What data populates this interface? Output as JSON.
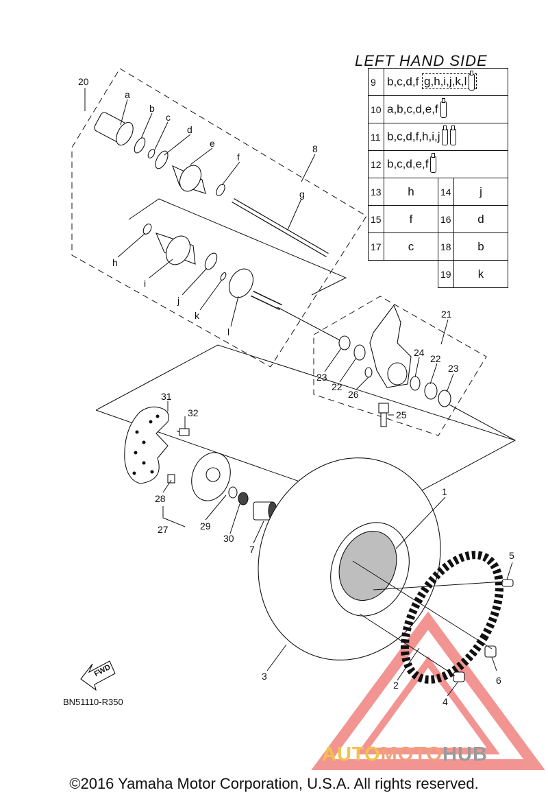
{
  "table": {
    "title": "LEFT HAND SIDE",
    "rows": [
      {
        "num": "9",
        "pre": "b,c,d,f",
        "boxed": "g,h,i,j,k,l",
        "tubes": 1
      },
      {
        "num": "10",
        "text": "a,b,c,d,e,f",
        "tubes": 1
      },
      {
        "num": "11",
        "text": "b,c,d,f,h,i,j",
        "tubes": 2
      },
      {
        "num": "12",
        "text": "b,c,d,e,f",
        "tubes": 1
      }
    ],
    "pairs": [
      {
        "n1": "13",
        "v1": "h",
        "n2": "14",
        "v2": "j"
      },
      {
        "n1": "15",
        "v1": "f",
        "n2": "16",
        "v2": "d"
      },
      {
        "n1": "17",
        "v1": "c",
        "n2": "18",
        "v2": "b"
      },
      {
        "n2": "19",
        "v2": "k"
      }
    ]
  },
  "callouts": {
    "n20": "20",
    "a": "a",
    "b": "b",
    "c": "c",
    "d": "d",
    "e": "e",
    "f": "f",
    "g": "g",
    "n8": "8",
    "h": "h",
    "i": "i",
    "j": "j",
    "k": "k",
    "l": "l",
    "n21": "21",
    "n23a": "23",
    "n22a": "22",
    "n26": "26",
    "n24": "24",
    "n22b": "22",
    "n23b": "23",
    "n25": "25",
    "n31": "31",
    "n32": "32",
    "n28": "28",
    "n27": "27",
    "n29": "29",
    "n30": "30",
    "n7": "7",
    "n1": "1",
    "n5": "5",
    "n3": "3",
    "n6": "6",
    "n2": "2",
    "n4": "4"
  },
  "fwd_label": "FWD",
  "diagram_code": "BN51110-R350",
  "watermark": {
    "part1": "AUTO",
    "part2": "MOTO",
    "part3": "HUB"
  },
  "copyright": "©2016 Yamaha Motor Corporation, U.S.A. All rights reserved.",
  "colors": {
    "line": "#111111",
    "watermark_red": "#e8403a",
    "watermark_yellow": "#f2c24b",
    "watermark_gray": "#9a9a9a"
  }
}
